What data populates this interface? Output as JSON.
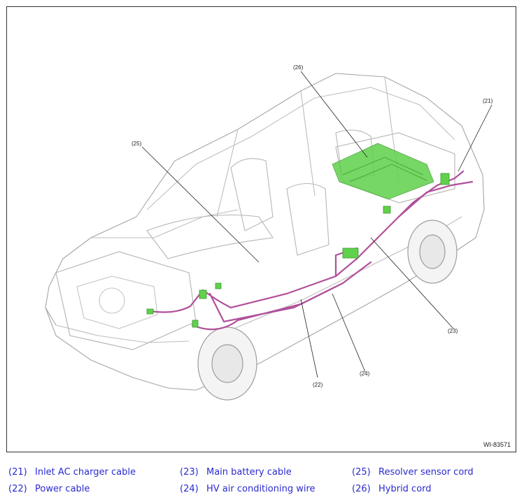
{
  "figure": {
    "code": "WI-83571"
  },
  "callouts": [
    {
      "id": "c21",
      "label": "(21)"
    },
    {
      "id": "c22",
      "label": "(22)"
    },
    {
      "id": "c23",
      "label": "(23)"
    },
    {
      "id": "c24",
      "label": "(24)"
    },
    {
      "id": "c25",
      "label": "(25)"
    },
    {
      "id": "c26",
      "label": "(26)"
    }
  ],
  "legend": [
    {
      "num": "(21)",
      "text": "Inlet AC charger cable"
    },
    {
      "num": "(22)",
      "text": "Power cable"
    },
    {
      "num": "(23)",
      "text": "Main battery cable"
    },
    {
      "num": "(24)",
      "text": "HV air conditioning wire"
    },
    {
      "num": "(25)",
      "text": "Resolver sensor cord"
    },
    {
      "num": "(26)",
      "text": "Hybrid cord"
    }
  ],
  "colors": {
    "legend_text": "#2a2ad0",
    "cable": "#b0509a",
    "component": "#5fd14a",
    "body_outline": "#9a9a9a"
  }
}
